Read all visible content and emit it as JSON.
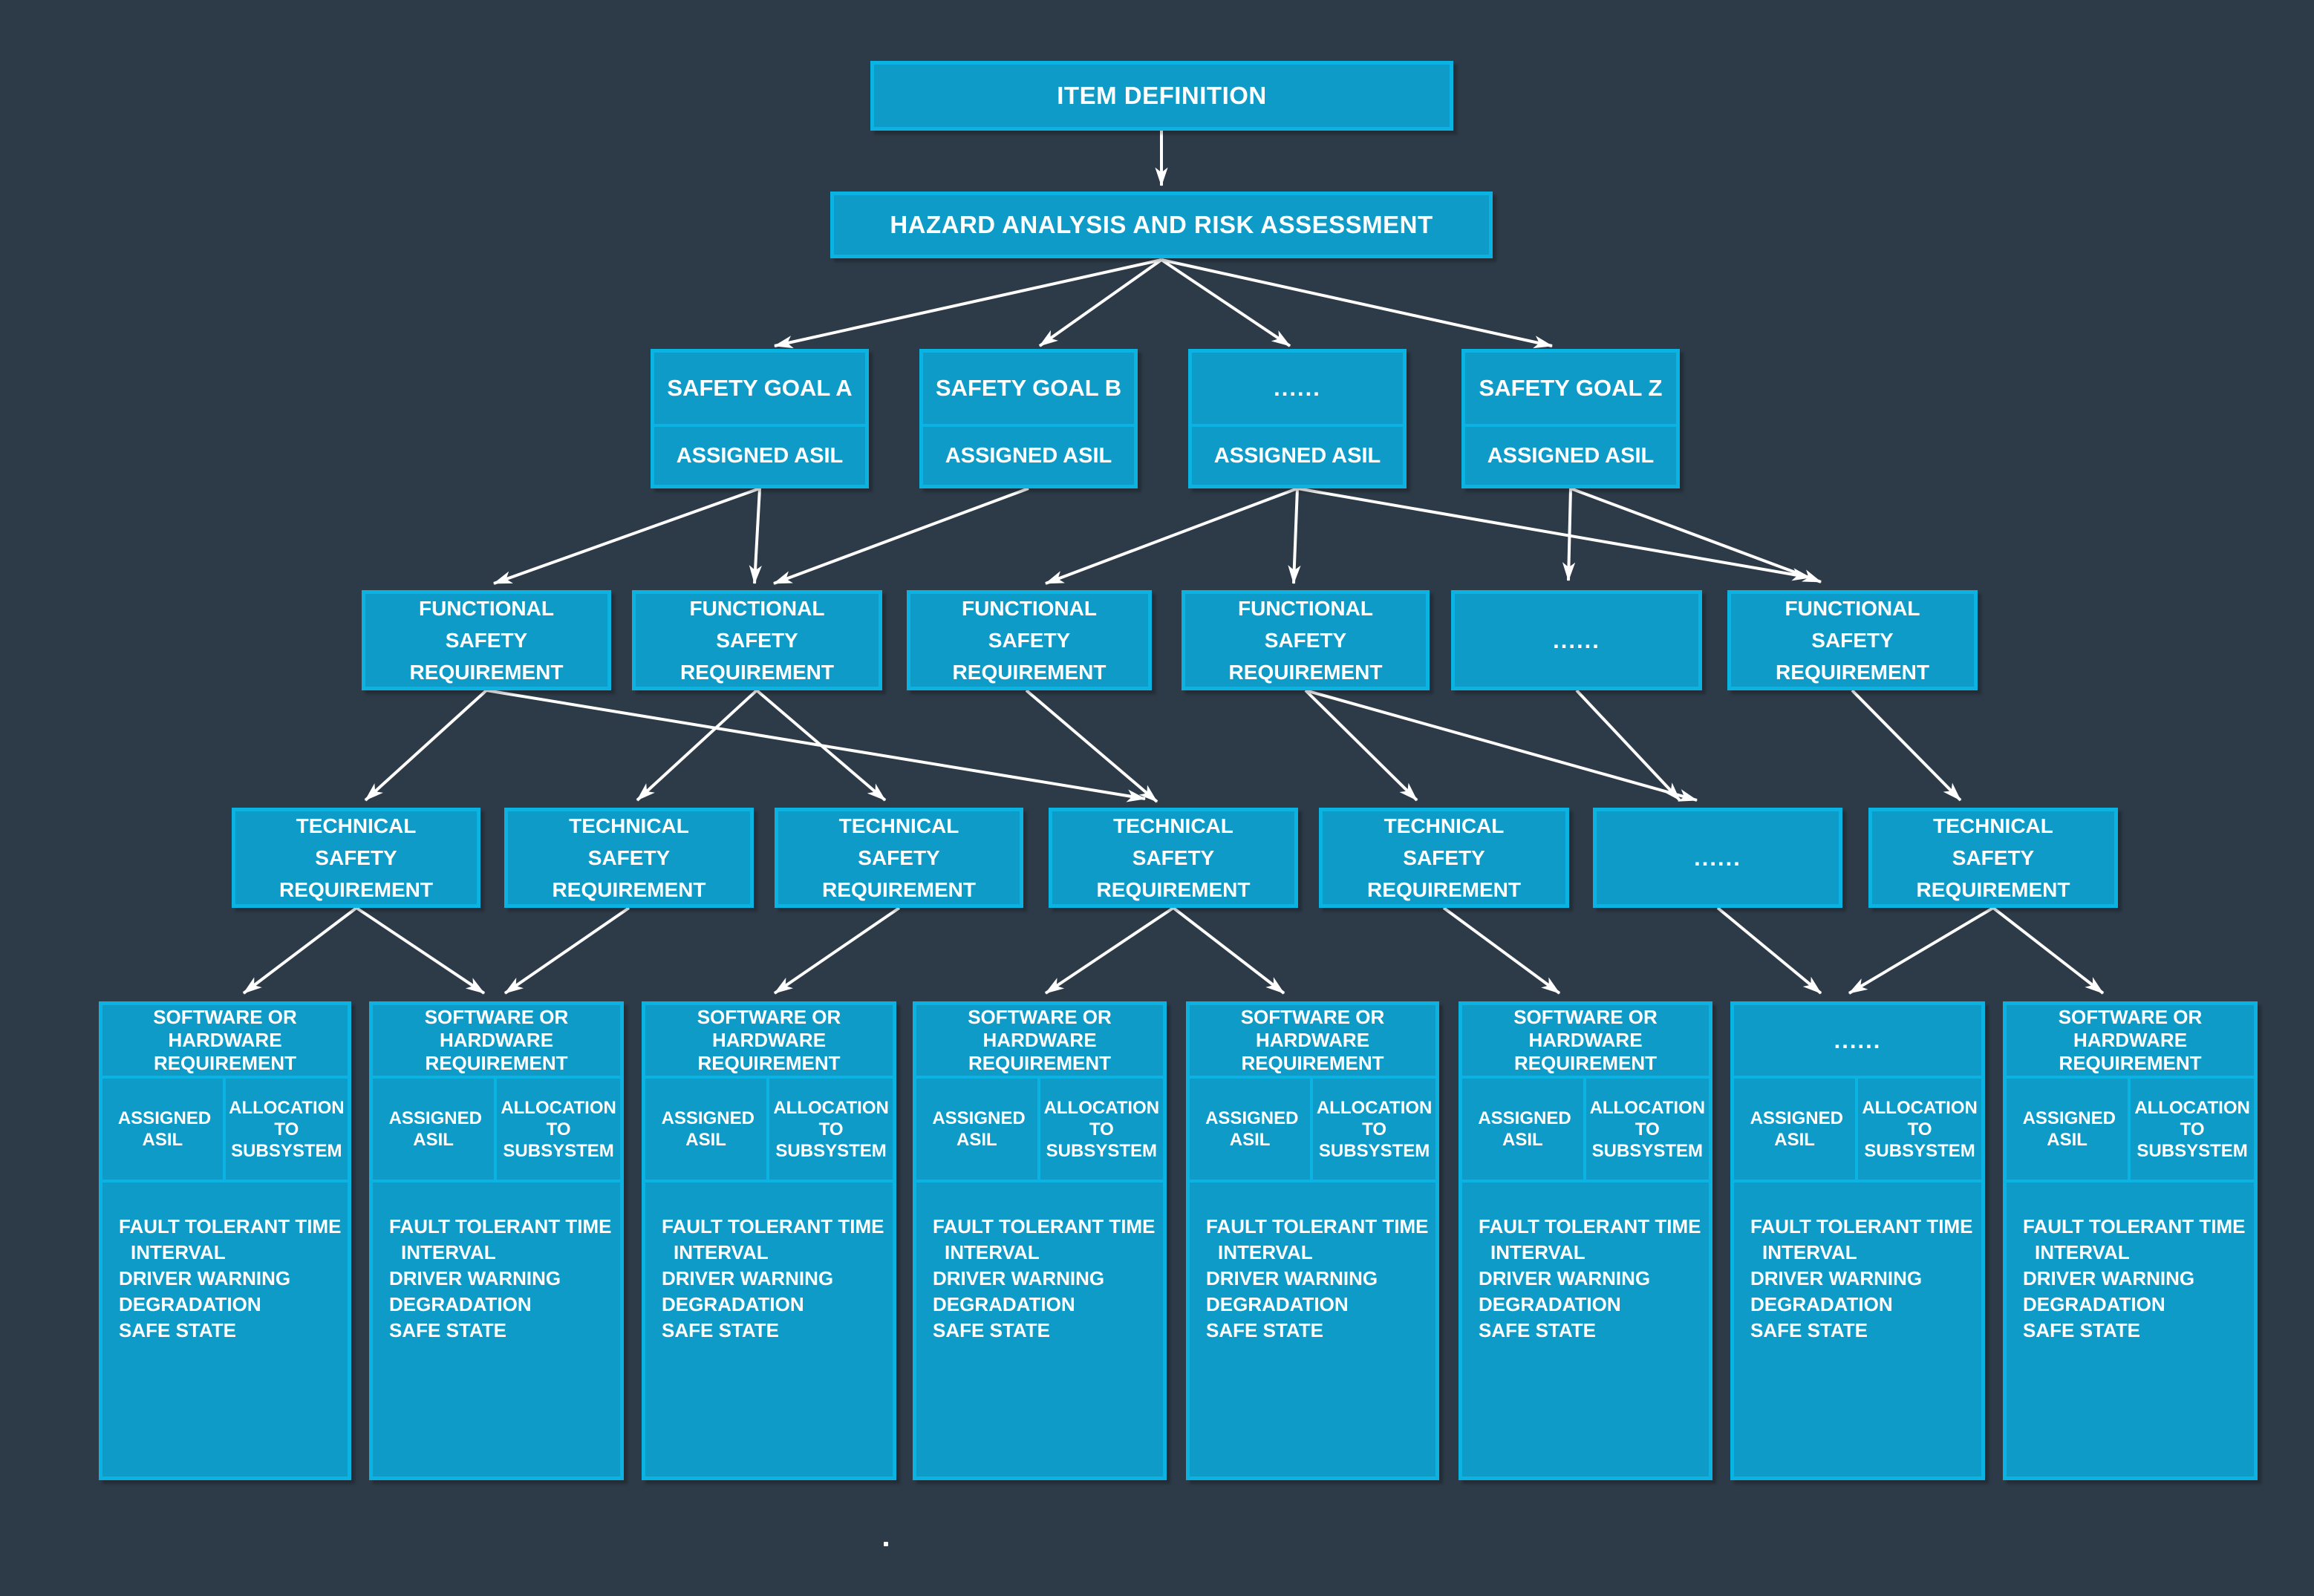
{
  "colors": {
    "background": "#2d3a47",
    "box_fill": "#0f9bc7",
    "box_border": "#0bb3e3",
    "text": "#ffffff",
    "arrow": "#ffffff"
  },
  "nodes": {
    "item_definition": {
      "label": "ITEM DEFINITION"
    },
    "hara": {
      "label": "HAZARD ANALYSIS AND RISK ASSESSMENT"
    },
    "safety_goals": [
      {
        "title": "SAFETY GOAL A",
        "asil": "ASSIGNED ASIL"
      },
      {
        "title": "SAFETY GOAL B",
        "asil": "ASSIGNED ASIL"
      },
      {
        "title": "......",
        "asil": "ASSIGNED ASIL"
      },
      {
        "title": "SAFETY GOAL Z",
        "asil": "ASSIGNED ASIL"
      }
    ],
    "functional_safety_requirements": [
      "FUNCTIONAL SAFETY REQUIREMENT",
      "FUNCTIONAL SAFETY REQUIREMENT",
      "FUNCTIONAL SAFETY REQUIREMENT",
      "FUNCTIONAL SAFETY REQUIREMENT",
      "......",
      "FUNCTIONAL SAFETY REQUIREMENT"
    ],
    "technical_safety_requirements": [
      "TECHNICAL SAFETY REQUIREMENT",
      "TECHNICAL SAFETY REQUIREMENT",
      "TECHNICAL SAFETY REQUIREMENT",
      "TECHNICAL SAFETY REQUIREMENT",
      "TECHNICAL SAFETY REQUIREMENT",
      "......",
      "TECHNICAL SAFETY REQUIREMENT"
    ],
    "software_hardware_requirements": [
      {
        "title": "SOFTWARE OR HARDWARE REQUIREMENT",
        "assigned_asil": "ASSIGNED ASIL",
        "allocation": "ALLOCATION TO SUBSYSTEM",
        "attributes": [
          "FAULT TOLERANT TIME",
          "INTERVAL",
          "DRIVER WARNING",
          "DEGRADATION",
          "SAFE STATE"
        ]
      },
      {
        "title": "SOFTWARE OR HARDWARE REQUIREMENT",
        "assigned_asil": "ASSIGNED ASIL",
        "allocation": "ALLOCATION TO SUBSYSTEM",
        "attributes": [
          "FAULT TOLERANT TIME",
          "INTERVAL",
          "DRIVER WARNING",
          "DEGRADATION",
          "SAFE STATE"
        ]
      },
      {
        "title": "SOFTWARE OR HARDWARE REQUIREMENT",
        "assigned_asil": "ASSIGNED ASIL",
        "allocation": "ALLOCATION TO SUBSYSTEM",
        "attributes": [
          "FAULT TOLERANT TIME",
          "INTERVAL",
          "DRIVER WARNING",
          "DEGRADATION",
          "SAFE STATE"
        ]
      },
      {
        "title": "SOFTWARE OR HARDWARE REQUIREMENT",
        "assigned_asil": "ASSIGNED ASIL",
        "allocation": "ALLOCATION TO SUBSYSTEM",
        "attributes": [
          "FAULT TOLERANT TIME",
          "INTERVAL",
          "DRIVER WARNING",
          "DEGRADATION",
          "SAFE STATE"
        ]
      },
      {
        "title": "SOFTWARE OR HARDWARE REQUIREMENT",
        "assigned_asil": "ASSIGNED ASIL",
        "allocation": "ALLOCATION TO SUBSYSTEM",
        "attributes": [
          "FAULT TOLERANT TIME",
          "INTERVAL",
          "DRIVER WARNING",
          "DEGRADATION",
          "SAFE STATE"
        ]
      },
      {
        "title": "SOFTWARE OR HARDWARE REQUIREMENT",
        "assigned_asil": "ASSIGNED ASIL",
        "allocation": "ALLOCATION TO SUBSYSTEM",
        "attributes": [
          "FAULT TOLERANT TIME",
          "INTERVAL",
          "DRIVER WARNING",
          "DEGRADATION",
          "SAFE STATE"
        ]
      },
      {
        "title": "......",
        "assigned_asil": "ASSIGNED ASIL",
        "allocation": "ALLOCATION TO SUBSYSTEM",
        "attributes": [
          "FAULT TOLERANT TIME",
          "INTERVAL",
          "DRIVER WARNING",
          "DEGRADATION",
          "SAFE STATE"
        ]
      },
      {
        "title": "SOFTWARE OR HARDWARE REQUIREMENT",
        "assigned_asil": "ASSIGNED ASIL",
        "allocation": "ALLOCATION TO SUBSYSTEM",
        "attributes": [
          "FAULT TOLERANT TIME",
          "INTERVAL",
          "DRIVER WARNING",
          "DEGRADATION",
          "SAFE STATE"
        ]
      }
    ]
  },
  "connections": [
    {
      "from": "item_definition",
      "to": "hara"
    },
    {
      "from": "hara",
      "to": "safety_goal_1"
    },
    {
      "from": "hara",
      "to": "safety_goal_2"
    },
    {
      "from": "hara",
      "to": "safety_goal_3"
    },
    {
      "from": "hara",
      "to": "safety_goal_4"
    },
    {
      "from": "safety_goal_1",
      "to": "fsr_1"
    },
    {
      "from": "safety_goal_1",
      "to": "fsr_2"
    },
    {
      "from": "safety_goal_2",
      "to": "fsr_2"
    },
    {
      "from": "safety_goal_3",
      "to": "fsr_3"
    },
    {
      "from": "safety_goal_3",
      "to": "fsr_4"
    },
    {
      "from": "safety_goal_3",
      "to": "fsr_6"
    },
    {
      "from": "safety_goal_4",
      "to": "fsr_5"
    },
    {
      "from": "safety_goal_4",
      "to": "fsr_6"
    },
    {
      "from": "fsr_1",
      "to": "tsr_1"
    },
    {
      "from": "fsr_1",
      "to": "tsr_4"
    },
    {
      "from": "fsr_2",
      "to": "tsr_2"
    },
    {
      "from": "fsr_2",
      "to": "tsr_3"
    },
    {
      "from": "fsr_3",
      "to": "tsr_4"
    },
    {
      "from": "fsr_4",
      "to": "tsr_5"
    },
    {
      "from": "fsr_4",
      "to": "tsr_6"
    },
    {
      "from": "fsr_5",
      "to": "tsr_6"
    },
    {
      "from": "fsr_6",
      "to": "tsr_7"
    },
    {
      "from": "tsr_1",
      "to": "swhw_1"
    },
    {
      "from": "tsr_1",
      "to": "swhw_2"
    },
    {
      "from": "tsr_2",
      "to": "swhw_2"
    },
    {
      "from": "tsr_3",
      "to": "swhw_3"
    },
    {
      "from": "tsr_4",
      "to": "swhw_4"
    },
    {
      "from": "tsr_4",
      "to": "swhw_5"
    },
    {
      "from": "tsr_5",
      "to": "swhw_6"
    },
    {
      "from": "tsr_6",
      "to": "swhw_7"
    },
    {
      "from": "tsr_7",
      "to": "swhw_7"
    },
    {
      "from": "tsr_7",
      "to": "swhw_8"
    }
  ],
  "stray_dot": "."
}
